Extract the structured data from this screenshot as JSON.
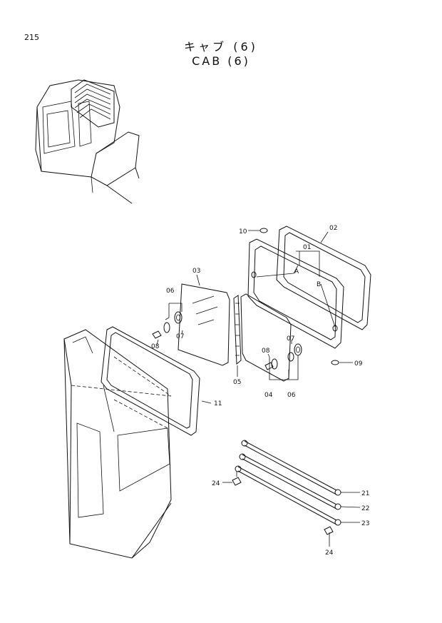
{
  "header": {
    "page_number": "215",
    "title_jp": "キャブ (6)",
    "title_en": "CAB (6)"
  },
  "callouts": {
    "c01": "01",
    "c02": "02",
    "c03": "03",
    "c04": "04",
    "c05": "05",
    "c06a": "06",
    "c06b": "06",
    "c07a": "07",
    "c07b": "07",
    "c08a": "08",
    "c08b": "08",
    "c09": "09",
    "c10": "10",
    "c11": "11",
    "c21": "21",
    "c22": "22",
    "c23": "23",
    "c24a": "24",
    "c24b": "24",
    "refA": "A",
    "refB": "B"
  }
}
